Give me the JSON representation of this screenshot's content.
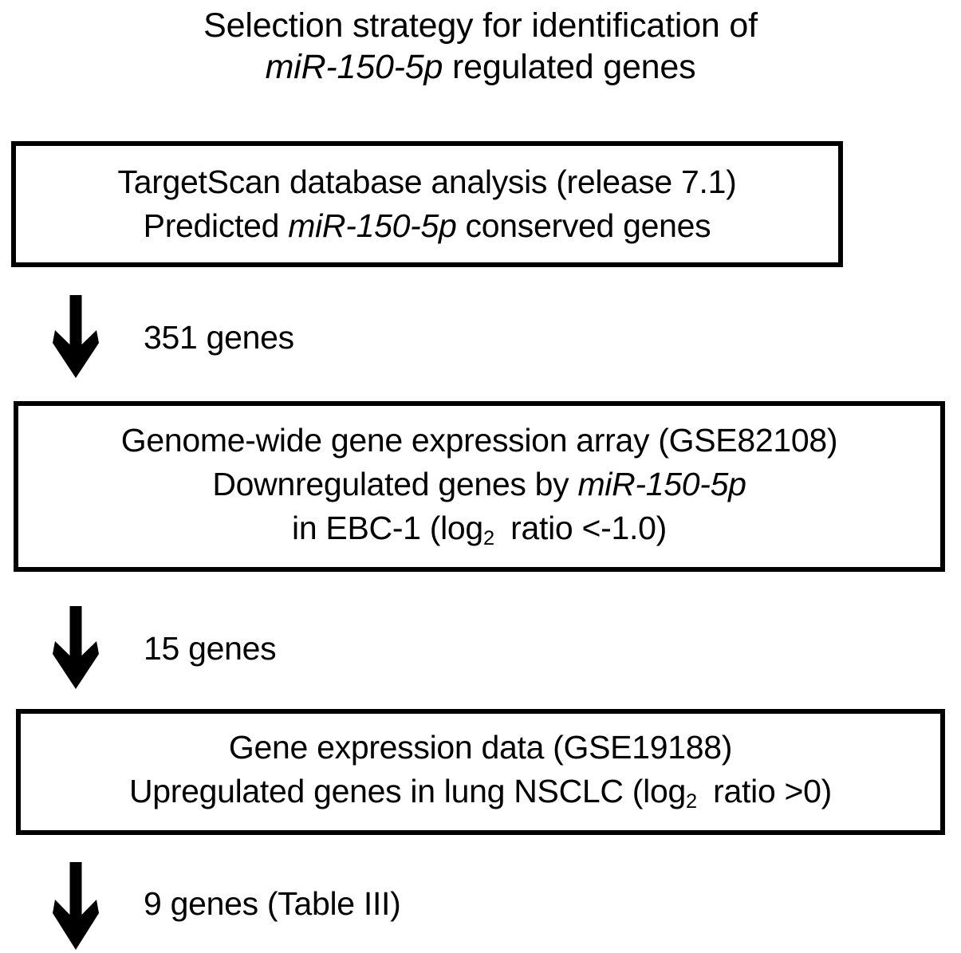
{
  "figure": {
    "type": "flowchart",
    "title": {
      "line1": "Selection strategy for identification of",
      "line2_italic": "miR-150-5p",
      "line2_rest": " regulated genes"
    },
    "steps": [
      {
        "id": "targetscan",
        "lines": [
          {
            "text": "TargetScan database analysis (release 7.1)"
          },
          {
            "pre": "Predicted ",
            "italic": "miR-150-5p",
            "post": " conserved genes"
          }
        ]
      },
      {
        "id": "expression-array",
        "lines": [
          {
            "text": "Genome-wide gene expression array (GSE82108)"
          },
          {
            "pre": "Downregulated genes by ",
            "italic": "miR-150-5p",
            "post": ""
          },
          {
            "pre": "in EBC-1 (log",
            "sub": "2",
            "post": " ratio <-1.0)"
          }
        ]
      },
      {
        "id": "gse19188",
        "lines": [
          {
            "text": "Gene expression data (GSE19188)"
          },
          {
            "pre": "Upregulated genes in lung NSCLC (log",
            "sub": "2",
            "post": " ratio >0)"
          }
        ]
      }
    ],
    "arrows": [
      {
        "id": "arrow-1",
        "icon": "down-arrow-icon",
        "label": "351 genes"
      },
      {
        "id": "arrow-2",
        "icon": "down-arrow-icon",
        "label": "15 genes"
      },
      {
        "id": "arrow-3",
        "icon": "down-arrow-icon",
        "label": "9 genes (Table III)"
      }
    ],
    "colors": {
      "stroke": "#000000",
      "text": "#000000",
      "background": "#ffffff"
    }
  }
}
